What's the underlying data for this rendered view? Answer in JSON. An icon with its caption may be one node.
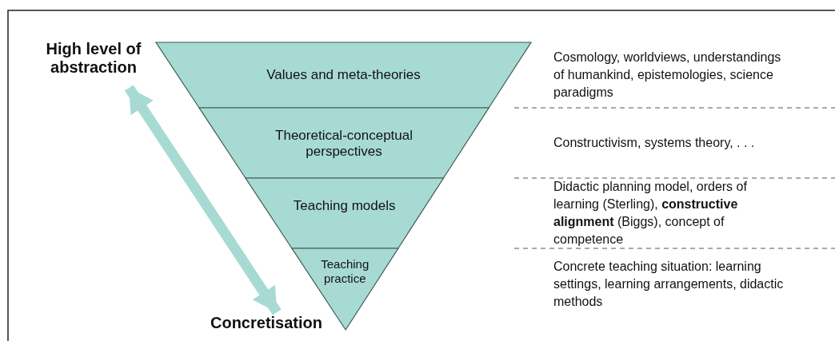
{
  "diagram": {
    "nodes": [
      {
        "text": [
          "High level of abstraction"
        ]
      },
      {
        "text": [
          "Values and meta-theories"
        ]
      },
      {
        "text": [
          "Theoretical-conceptual perspectives"
        ]
      },
      {
        "text": [
          "Teaching models"
        ]
      },
      {
        "text": [
          "Teaching practice"
        ]
      },
      {
        "text": [
          "Concretisation"
        ]
      }
    ],
    "edges": [
      {
        "from": 0,
        "to": 5,
        "arrow": "both"
      }
    ],
    "labels": [
      "Cosmology, worldviews, understandings of humankind, epistemologies, science paradigms",
      "Constructivism, systems theory, . . .",
      "Didactic planning model, orders of learning (Sterling), **constructive alignment** (Biggs), concept of competence",
      "Concrete teaching situation: learning settings, learning arrangements, didactic methods"
    ]
  }
}
